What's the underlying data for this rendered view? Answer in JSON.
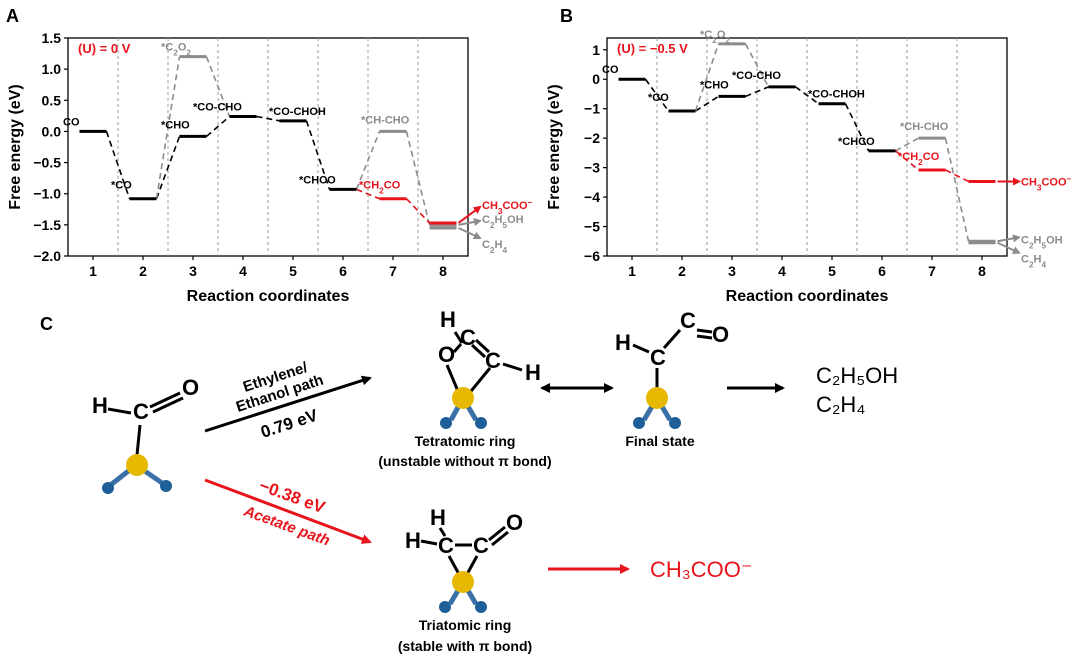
{
  "colors": {
    "black": "#000000",
    "gray": "#8c8c8c",
    "red": "#e8141c",
    "gold": "#e6b800",
    "blue": "#1f5f99"
  },
  "panel_letters": {
    "a": "A",
    "b": "B",
    "c": "C"
  },
  "chart_data": [
    {
      "type": "line",
      "panel": "A",
      "condition": "(U) = 0 V",
      "xlabel": "Reaction coordinates",
      "ylabel": "Free energy (eV)",
      "x_ticks": [
        "1",
        "2",
        "3",
        "4",
        "5",
        "6",
        "7",
        "8"
      ],
      "y_ticks": [
        "1.5",
        "1.0",
        "0.5",
        "0.0",
        "−0.5",
        "−1.0",
        "−1.5",
        "−2.0"
      ],
      "ylim": [
        -2.0,
        1.5
      ],
      "xlim": [
        0.5,
        8.5
      ],
      "grid": "vertical dashed separators between coordinates",
      "series": [
        {
          "color": "black",
          "points": [
            {
              "x": 1,
              "y": 0.0,
              "label": "CO"
            },
            {
              "x": 2,
              "y": -1.08,
              "label": "*CO"
            },
            {
              "x": 3,
              "y": -0.08,
              "label": "*CHO"
            },
            {
              "x": 4,
              "y": 0.24,
              "label": "*CO-CHO"
            },
            {
              "x": 5,
              "y": 0.17,
              "label": "*CO-CHOH"
            },
            {
              "x": 6,
              "y": -0.93,
              "label": "*CHCO"
            }
          ]
        },
        {
          "color": "gray",
          "points": [
            {
              "x": 3,
              "y": 1.2,
              "label": "*C2O2"
            },
            {
              "x": 7,
              "y": 0.0,
              "label": "*CH-CHO"
            },
            {
              "x": 8,
              "y": -1.5,
              "label": "C2H5OH"
            },
            {
              "x": 8,
              "y": -1.55,
              "label": "C2H4"
            }
          ]
        },
        {
          "color": "red",
          "points": [
            {
              "x": 7,
              "y": -1.08,
              "label": "*CH2CO"
            },
            {
              "x": 8,
              "y": -1.47,
              "label": "CH3COO−"
            }
          ]
        }
      ]
    },
    {
      "type": "line",
      "panel": "B",
      "condition": "(U) = −0.5 V",
      "xlabel": "Reaction coordinates",
      "ylabel": "Free energy (eV)",
      "x_ticks": [
        "1",
        "2",
        "3",
        "4",
        "5",
        "6",
        "7",
        "8"
      ],
      "y_ticks": [
        "1",
        "0",
        "−1",
        "−2",
        "−3",
        "−4",
        "−5",
        "−6"
      ],
      "ylim": [
        -6.0,
        1.4
      ],
      "xlim": [
        0.5,
        8.5
      ],
      "grid": "vertical dashed separators between coordinates",
      "series": [
        {
          "color": "black",
          "points": [
            {
              "x": 1,
              "y": 0.0,
              "label": "CO"
            },
            {
              "x": 2,
              "y": -1.08,
              "label": "*CO"
            },
            {
              "x": 3,
              "y": -0.58,
              "label": "*CHO"
            },
            {
              "x": 4,
              "y": -0.26,
              "label": "*CO-CHO"
            },
            {
              "x": 5,
              "y": -0.83,
              "label": "*CO-CHOH"
            },
            {
              "x": 6,
              "y": -2.43,
              "label": "*CHCO"
            }
          ]
        },
        {
          "color": "gray",
          "points": [
            {
              "x": 3,
              "y": 1.2,
              "label": "*C2O2"
            },
            {
              "x": 7,
              "y": -2.0,
              "label": "*CH-CHO"
            },
            {
              "x": 8,
              "y": -5.5,
              "label": "C2H5OH"
            },
            {
              "x": 8,
              "y": -5.55,
              "label": "C2H4"
            }
          ]
        },
        {
          "color": "red",
          "points": [
            {
              "x": 7,
              "y": -3.08,
              "label": "*CH2CO"
            },
            {
              "x": 8,
              "y": -3.47,
              "label": "CH3COO−"
            }
          ]
        }
      ]
    }
  ],
  "scheme": {
    "path_top_label_1": "Ethylene/",
    "path_top_label_2": "Ethanol path",
    "path_top_energy": "0.79 eV",
    "path_bottom_energy": "−0.38 eV",
    "path_bottom_label": "Acetate path",
    "tetra_caption_1": "Tetratomic ring",
    "tetra_caption_2": "(unstable without π bond)",
    "final_caption": "Final state",
    "tri_caption_1": "Triatomic ring",
    "tri_caption_2": "(stable with π bond)",
    "product_ethanol": "C₂H₅OH",
    "product_ethylene": "C₂H₄",
    "product_acetate": "CH₃COO⁻",
    "atom_h": "H",
    "atom_c": "C",
    "atom_o": "O"
  }
}
